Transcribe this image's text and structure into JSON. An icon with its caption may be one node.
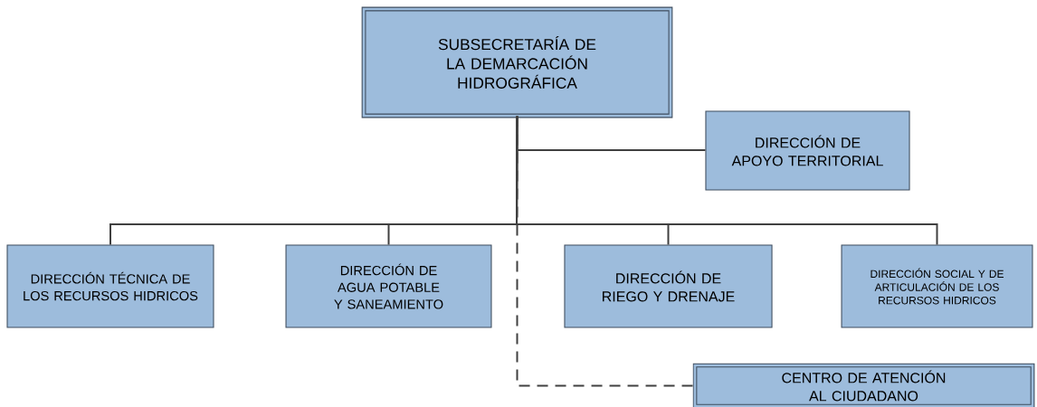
{
  "diagram": {
    "nodes": [
      {
        "text": [
          "SUBSECRETARÍA DE LA DEMARCACIÓN HIDROGRÁFICA"
        ]
      },
      {
        "text": [
          "DIRECCIÓN DE APOYO TERRITORIAL"
        ]
      },
      {
        "text": [
          "DIRECCIÓN TÉCNICA DE LOS RECURSOS HIDRICOS"
        ]
      },
      {
        "text": [
          "DIRECCIÓN DE AGUA POTABLE Y SANEAMIENTO"
        ]
      },
      {
        "text": [
          "DIRECCIÓN DE RIEGO Y DRENAJE"
        ]
      },
      {
        "text": [
          "DIRECCIÓN SOCIAL Y DE ARTICULACIÓN DE LOS RECURSOS HIDRICOS"
        ]
      },
      {
        "text": [
          "CENTRO DE ATENCIÓN AL CIUDADANO"
        ]
      }
    ],
    "edges": [
      {
        "from": 0,
        "to": 1,
        "arrow": "none"
      },
      {
        "from": 0,
        "to": 2,
        "arrow": "none"
      },
      {
        "from": 0,
        "to": 3,
        "arrow": "none"
      },
      {
        "from": 0,
        "to": 4,
        "arrow": "none"
      },
      {
        "from": 0,
        "to": 5,
        "arrow": "none"
      },
      {
        "from": 0,
        "to": 6,
        "arrow": "none",
        "style": "dashed"
      }
    ]
  }
}
